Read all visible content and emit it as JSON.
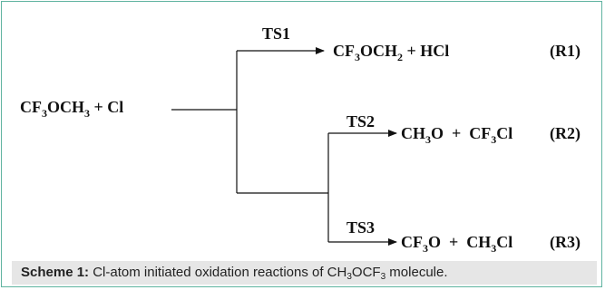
{
  "reactant": {
    "a": "CF",
    "a_sub": "3",
    "b": "OCH",
    "b_sub": "3",
    "c": " + Cl"
  },
  "paths": [
    {
      "ts": "TS1",
      "product": {
        "p1": "CF",
        "p1_sub": "3",
        "p2": "OCH",
        "p2_sub": "2",
        "p3": " + HCl"
      },
      "label": "(R1)"
    },
    {
      "ts": "TS2",
      "product": {
        "p1": "CH",
        "p1_sub": "3",
        "p2": "O  +  CF",
        "p2_sub": "3",
        "p3": "Cl"
      },
      "label": "(R2)"
    },
    {
      "ts": "TS3",
      "product": {
        "p1": "CF",
        "p1_sub": "3",
        "p2": "O  +  CH",
        "p2_sub": "3",
        "p3": "Cl"
      },
      "label": "(R3)"
    }
  ],
  "caption": {
    "label": "Scheme 1:",
    "text_1": " Cl-atom initiated oxidation reactions of CH",
    "sub_1": "3",
    "text_2": "OCF",
    "sub_2": "3",
    "text_3": " molecule."
  },
  "colors": {
    "frame": "#5fb3a0",
    "caption_bg": "#e6e6e6",
    "ink": "#111111"
  }
}
